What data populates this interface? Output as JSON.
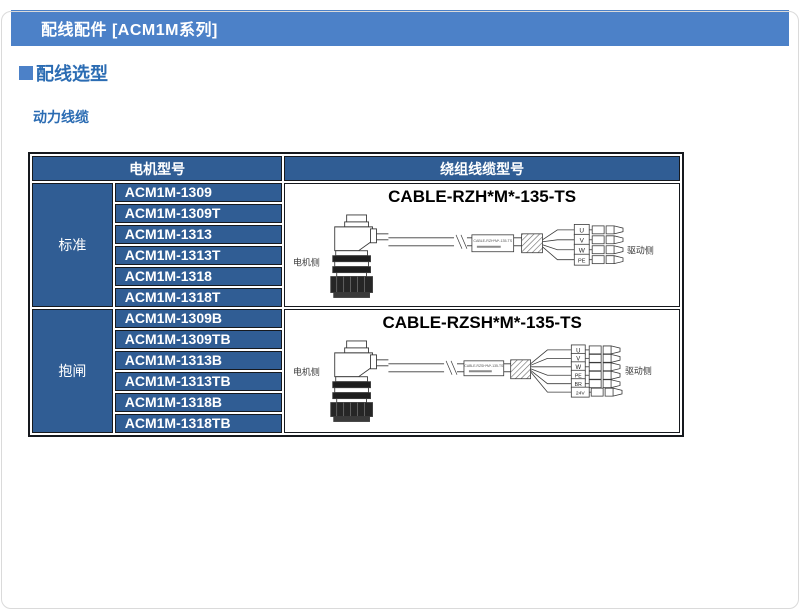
{
  "page": {
    "title_bar": "配线配件 [ACM1M系列]",
    "section_title": "配线选型",
    "subsection_title": "动力线缆"
  },
  "table": {
    "header_motor": "电机型号",
    "header_cable": "绕组线缆型号",
    "groups": [
      {
        "label": "标准",
        "models": [
          "ACM1M-1309",
          "ACM1M-1309T",
          "ACM1M-1313",
          "ACM1M-1313T",
          "ACM1M-1318",
          "ACM1M-1318T"
        ],
        "cable": {
          "title": "CABLE-RZH*M*-135-TS",
          "motor_side": "电机侧",
          "drive_side": "驱动侧",
          "wires": [
            "U",
            "V",
            "W",
            "PE"
          ]
        }
      },
      {
        "label": "抱闸",
        "models": [
          "ACM1M-1309B",
          "ACM1M-1309TB",
          "ACM1M-1313B",
          "ACM1M-1313TB",
          "ACM1M-1318B",
          "ACM1M-1318TB"
        ],
        "cable": {
          "title": "CABLE-RZSH*M*-135-TS",
          "motor_side": "电机侧",
          "drive_side": "驱动侧",
          "wires": [
            "U",
            "V",
            "W",
            "PE",
            "BR",
            "24V"
          ]
        }
      }
    ]
  },
  "colors": {
    "top_bar_blue": "#4c81c8",
    "heading_blue": "#2b6cb3",
    "table_cell_blue": "#305d94",
    "table_border": "#16191e",
    "diagram_line": "#3a3a3a"
  }
}
